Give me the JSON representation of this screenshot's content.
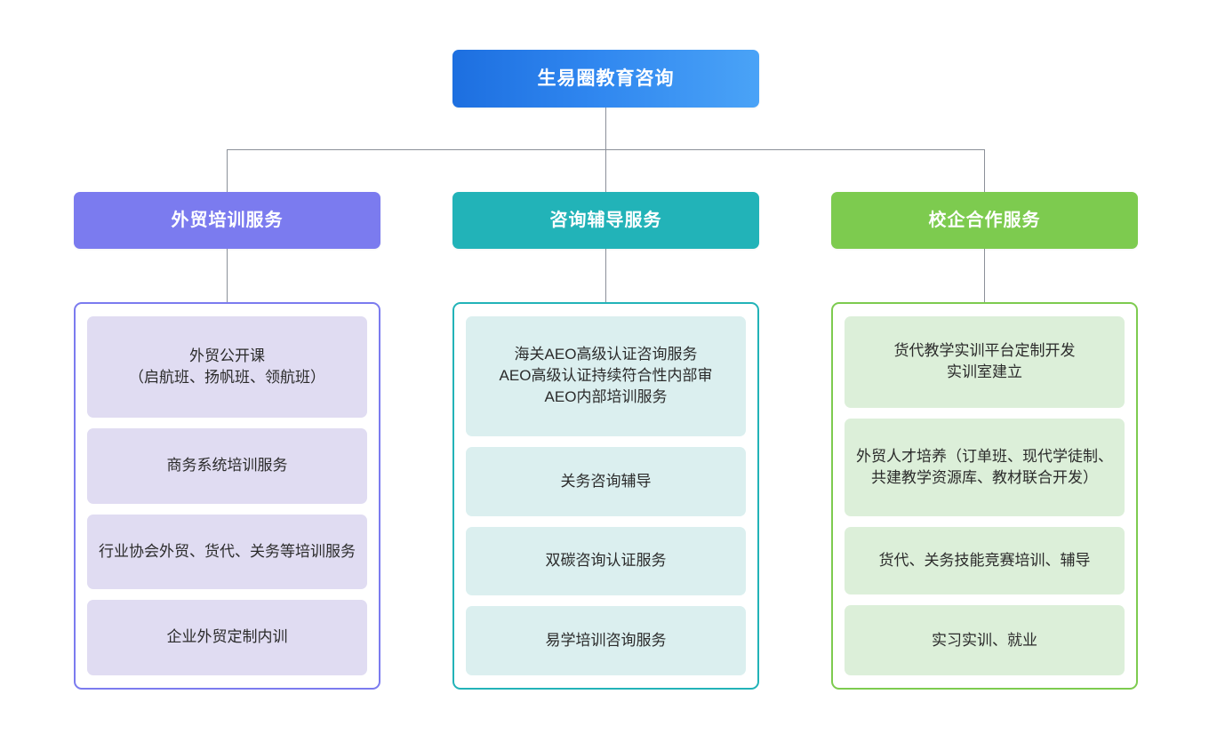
{
  "diagram": {
    "type": "organization-chart",
    "root": {
      "label": "生易圈教育咨询",
      "color": "#2f86ef",
      "gradient_from": "#1d6fe0",
      "gradient_to": "#4aa3f7"
    },
    "connector_color": "#8b9099",
    "branches": [
      {
        "label": "外贸培训服务",
        "header_color": "#7b7bef",
        "border_color": "#7b7bef",
        "card_color": "#e0dcf2",
        "items": [
          "外贸公开课\n（启航班、扬帆班、领航班）",
          "商务系统培训服务",
          "行业协会外贸、货代、关务等培训服务",
          "企业外贸定制内训"
        ]
      },
      {
        "label": "咨询辅导服务",
        "header_color": "#22b3b8",
        "border_color": "#22b3b8",
        "card_color": "#dbefef",
        "items": [
          "海关AEO高级认证咨询服务\nAEO高级认证持续符合性内部审\nAEO内部培训服务",
          "关务咨询辅导",
          "双碳咨询认证服务",
          "易学培训咨询服务"
        ]
      },
      {
        "label": "校企合作服务",
        "header_color": "#7dcb4f",
        "border_color": "#7dcb4f",
        "card_color": "#dcefd9",
        "items": [
          "货代教学实训平台定制开发\n实训室建立",
          "外贸人才培养（订单班、现代学徒制、共建教学资源库、教材联合开发）",
          "货代、关务技能竞赛培训、辅导",
          "实习实训、就业"
        ]
      }
    ]
  }
}
